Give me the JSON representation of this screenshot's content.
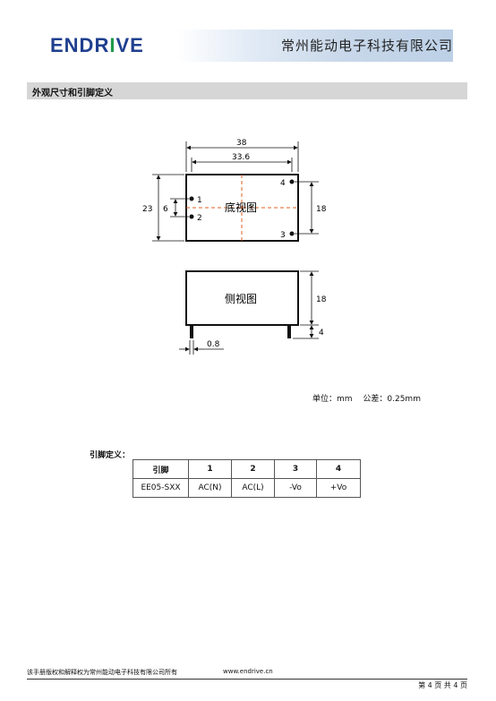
{
  "header": {
    "logo_prefix": "ENDR",
    "logo_accent": "I",
    "logo_suffix": "VE",
    "company": "常州能动电子科技有限公司"
  },
  "section": {
    "title": "外观尺寸和引脚定义"
  },
  "bottom_view": {
    "label": "底视图",
    "dim_total_width": "38",
    "dim_pin_spacing": "33.6",
    "dim_height": "23",
    "dim_pin_gap": "6",
    "dim_right": "18",
    "pins": [
      "1",
      "2",
      "3",
      "4"
    ]
  },
  "side_view": {
    "label": "侧视图",
    "dim_height": "18",
    "dim_pin_len": "4",
    "dim_pin_width": "0.8"
  },
  "units_note": "单位：mm　 公差：0.25mm",
  "pin_definition": {
    "title": "引脚定义：",
    "header": [
      "引脚",
      "1",
      "2",
      "3",
      "4"
    ],
    "row": [
      "EE05-SXX",
      "AC(N)",
      "AC(L)",
      "-Vo",
      "+Vo"
    ]
  },
  "footer": {
    "copyright": "该手册版权和解释权为常州能动电子科技有限公司所有",
    "website": "www.endrive.cn",
    "page": "第 4 页 共 4 页"
  },
  "colors": {
    "brand_blue": "#1f3f8f",
    "brand_green": "#1f9a4a",
    "center_line": "#e06020"
  }
}
